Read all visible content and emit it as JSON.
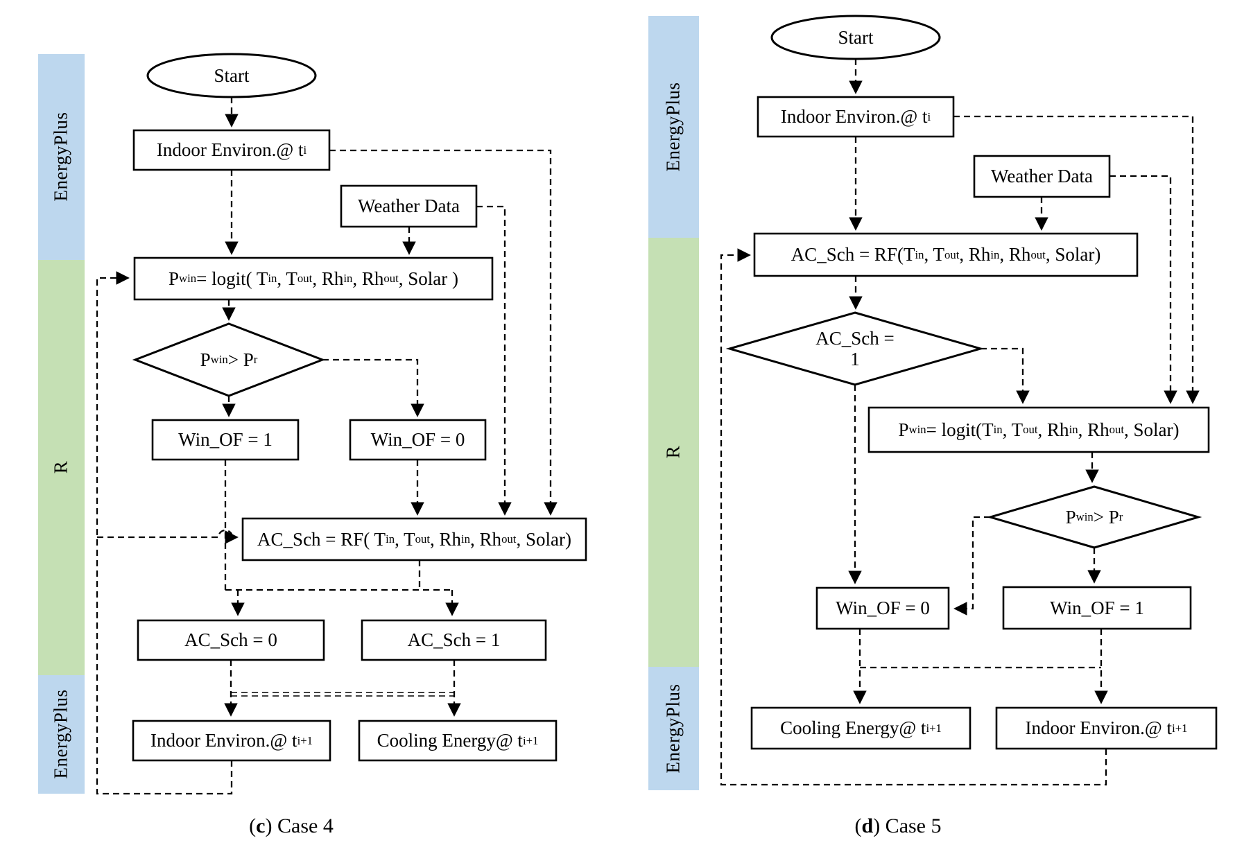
{
  "colors": {
    "band_blue": "#BDD7EE",
    "band_green": "#C5E0B4",
    "line_black": "#000000",
    "node_fill": "#FFFFFF"
  },
  "figure": {
    "case4": {
      "caption": [
        {
          "t": "("
        },
        {
          "t": "c",
          "b": true
        },
        {
          "t": ") Case 4"
        }
      ],
      "sidebar": [
        {
          "label": "EnergyPlus"
        },
        {
          "label": "R"
        },
        {
          "label": "EnergyPlus"
        }
      ],
      "nodes": {
        "start": [
          {
            "t": "Start"
          }
        ],
        "indoor_ti": [
          {
            "t": "Indoor Environ.@ t"
          },
          {
            "t": "i",
            "sub": true
          }
        ],
        "weather": [
          {
            "t": "Weather Data"
          }
        ],
        "pwin_logit": [
          {
            "t": "P"
          },
          {
            "t": "win",
            "sub": true
          },
          {
            "t": " = logit( T"
          },
          {
            "t": "in",
            "sub": true
          },
          {
            "t": ", T"
          },
          {
            "t": "out",
            "sub": true
          },
          {
            "t": ", Rh"
          },
          {
            "t": "in",
            "sub": true
          },
          {
            "t": ", Rh"
          },
          {
            "t": "out",
            "sub": true
          },
          {
            "t": ", Solar )"
          }
        ],
        "pwin_gt_pr": [
          {
            "t": "P"
          },
          {
            "t": "win",
            "sub": true
          },
          {
            "t": " > P"
          },
          {
            "t": "r",
            "sub": true
          }
        ],
        "win_of_1": [
          {
            "t": "Win_OF = 1"
          }
        ],
        "win_of_0": [
          {
            "t": "Win_OF = 0"
          }
        ],
        "ac_sch_rf": [
          {
            "t": "AC_Sch = RF( T"
          },
          {
            "t": "in",
            "sub": true
          },
          {
            "t": ", T"
          },
          {
            "t": "out",
            "sub": true
          },
          {
            "t": ", Rh"
          },
          {
            "t": "in",
            "sub": true
          },
          {
            "t": ", Rh"
          },
          {
            "t": "out",
            "sub": true
          },
          {
            "t": ", Solar)"
          }
        ],
        "ac_sch_0": [
          {
            "t": "AC_Sch = 0"
          }
        ],
        "ac_sch_1": [
          {
            "t": "AC_Sch = 1"
          }
        ],
        "indoor_ti1": [
          {
            "t": "Indoor Environ.@ t"
          },
          {
            "t": "i+1",
            "sub": true
          }
        ],
        "cooling_ti1": [
          {
            "t": "Cooling Energy@ t"
          },
          {
            "t": "i+1",
            "sub": true
          }
        ]
      }
    },
    "case5": {
      "caption": [
        {
          "t": "("
        },
        {
          "t": "d",
          "b": true
        },
        {
          "t": ") Case 5"
        }
      ],
      "sidebar": [
        {
          "label": "EnergyPlus"
        },
        {
          "label": "R"
        },
        {
          "label": "EnergyPlus"
        }
      ],
      "nodes": {
        "start": [
          {
            "t": "Start"
          }
        ],
        "indoor_ti": [
          {
            "t": "Indoor Environ.@ t"
          },
          {
            "t": "i",
            "sub": true
          }
        ],
        "weather": [
          {
            "t": "Weather Data"
          }
        ],
        "ac_sch_rf": [
          {
            "t": "AC_Sch = RF(T"
          },
          {
            "t": "in",
            "sub": true
          },
          {
            "t": ", T"
          },
          {
            "t": "out",
            "sub": true
          },
          {
            "t": ", Rh"
          },
          {
            "t": "in",
            "sub": true
          },
          {
            "t": ", Rh"
          },
          {
            "t": "out",
            "sub": true
          },
          {
            "t": ", Solar)"
          }
        ],
        "ac_sch_eq_1": [
          {
            "t": "AC_Sch ="
          },
          {
            "br": true
          },
          {
            "t": "1"
          }
        ],
        "pwin_logit": [
          {
            "t": "P"
          },
          {
            "t": "win",
            "sub": true
          },
          {
            "t": " = logit(T"
          },
          {
            "t": "in",
            "sub": true
          },
          {
            "t": ", T"
          },
          {
            "t": "out",
            "sub": true
          },
          {
            "t": ", Rh"
          },
          {
            "t": "in",
            "sub": true
          },
          {
            "t": ", Rh"
          },
          {
            "t": "out",
            "sub": true
          },
          {
            "t": ", Solar)"
          }
        ],
        "pwin_gt_pr": [
          {
            "t": "P"
          },
          {
            "t": "win",
            "sub": true
          },
          {
            "t": " > P"
          },
          {
            "t": "r",
            "sub": true
          }
        ],
        "win_of_0": [
          {
            "t": "Win_OF = 0"
          }
        ],
        "win_of_1": [
          {
            "t": "Win_OF = 1"
          }
        ],
        "cooling_ti1": [
          {
            "t": "Cooling Energy@ t"
          },
          {
            "t": "i+1",
            "sub": true
          }
        ],
        "indoor_ti1": [
          {
            "t": "Indoor Environ.@ t"
          },
          {
            "t": "i+1",
            "sub": true
          }
        ]
      }
    }
  }
}
